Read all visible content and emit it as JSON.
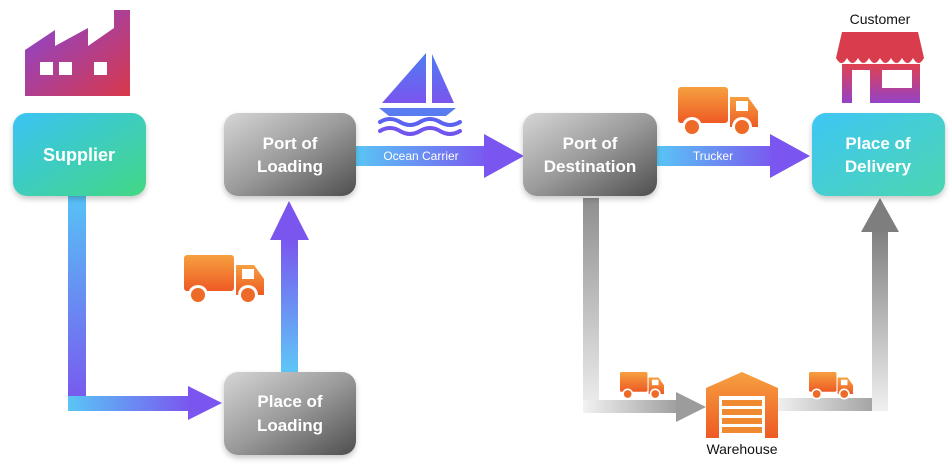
{
  "nodes": {
    "supplier": "Supplier",
    "port_of_loading": [
      "Port of",
      "Loading"
    ],
    "place_of_loading": [
      "Place of",
      "Loading"
    ],
    "port_of_destination": [
      "Port of",
      "Destination"
    ],
    "place_of_delivery": [
      "Place of",
      "Delivery"
    ]
  },
  "edges": {
    "ocean_carrier": "Ocean Carrier",
    "trucker": "Trucker"
  },
  "captions": {
    "customer": "Customer",
    "warehouse": "Warehouse"
  },
  "icons": [
    "factory-icon",
    "sailboat-icon",
    "truck-icon",
    "store-icon",
    "warehouse-icon"
  ],
  "colors": {
    "node_teal_start": "#38c8f2",
    "node_teal_end": "#3fd38a",
    "node_gray_start": "#c8c8c8",
    "node_gray_end": "#4a4a4a",
    "arrow_blue": "#59c3f5",
    "arrow_purple": "#7a4ff0",
    "truck_orange": "#f47b24",
    "icon_purple": "#8b47d6",
    "icon_red": "#d03a4a"
  }
}
